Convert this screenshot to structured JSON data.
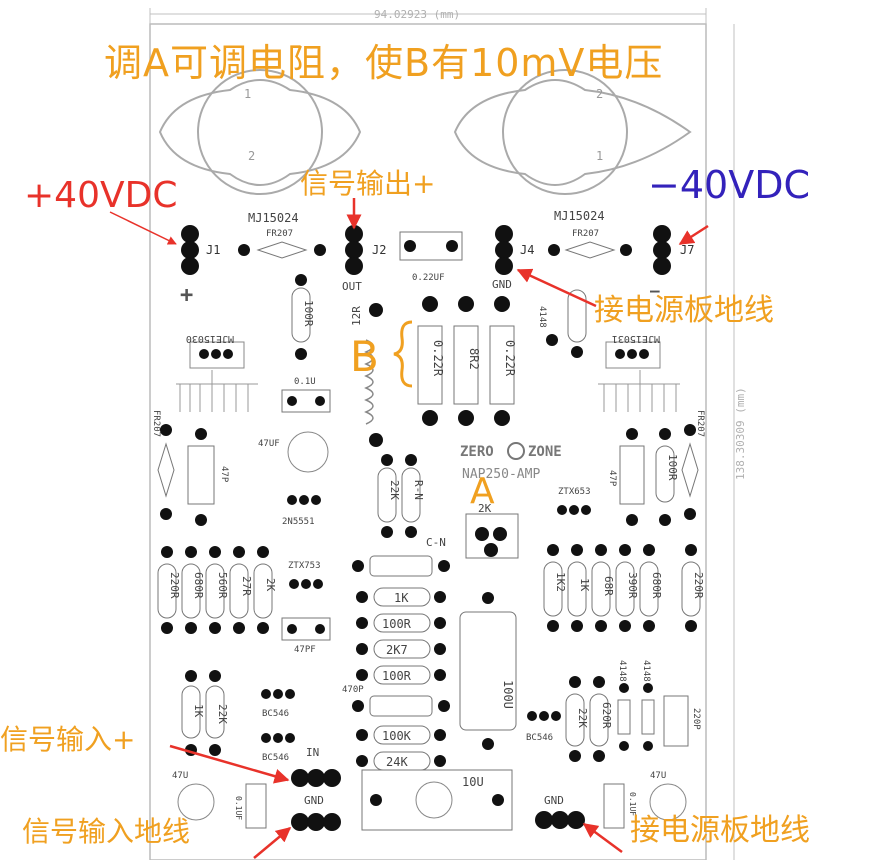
{
  "annotations": {
    "title": "调A可调电阻，使B有10mV电压",
    "pos_supply": "+40VDC",
    "neg_supply": "−40VDC",
    "signal_out": "信号输出+",
    "ground_top": "接电源板地线",
    "label_b": "B",
    "label_a": "A",
    "signal_in": "信号输入+",
    "signal_in_ground": "信号输入地线",
    "ground_bottom": "接电源板地线"
  },
  "board": {
    "width_dim": "94.02923 (mm)",
    "height_dim": "138.30309 (mm)",
    "brand_left": "ZERO",
    "brand_right": "ZONE",
    "model": "NAP250-AMP",
    "transistor_left": "MJ15024",
    "transistor_right": "MJ15024",
    "pin1": "1",
    "pin2": "2",
    "j1": "J1",
    "j2": "J2",
    "j4": "J4",
    "j7": "J7",
    "out_label": "OUT",
    "gnd_label": "GND",
    "in_label": "IN",
    "gnd_in": "GND",
    "gnd_out": "GND",
    "plus_sign": "+",
    "minus_sign": "—",
    "fr207": "FR207",
    "c022": "0.22UF",
    "r100": "100R",
    "r12": "12R",
    "r022": "0.22R",
    "r8r2": "8R2",
    "mje_left": "MJE15030",
    "mje_right": "MJE15031",
    "c01": "0.1U",
    "c47uf": "47UF",
    "c47p": "47P",
    "c470p": "470P",
    "t2n5551": "2N5551",
    "r22k": "22K",
    "rnr": "R-N",
    "r2k": "2K",
    "ztx653": "ZTX653",
    "ztx753": "ZTX753",
    "cn": "C-N",
    "r1k": "1K",
    "r100r": "100R",
    "r2k7": "2K7",
    "r24k": "24K",
    "r100k": "100K",
    "r220r": "220R",
    "r680r": "680R",
    "r560r": "560R",
    "r27r": "27R",
    "r1k2": "1K2",
    "r68r": "68R",
    "r390r": "390R",
    "c47pf": "47PF",
    "bc546": "BC546",
    "c100u": "100U",
    "c10u": "10U",
    "c47u": "47U",
    "r620r": "620R",
    "d4148": "4148",
    "c220p": "220P",
    "c01uf": "0.1UF"
  }
}
